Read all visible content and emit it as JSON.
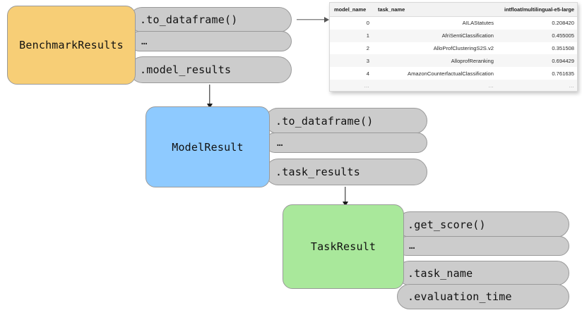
{
  "diagram": {
    "title": "BenchmarkResults hierarchy",
    "colors": {
      "benchmark": "#f7ce76",
      "model": "#8ecaff",
      "task": "#a9e89b",
      "pill": "#cccccc",
      "border": "#9a9a9a"
    },
    "nodes": [
      {
        "id": "benchmark-results",
        "label": "BenchmarkResults",
        "methods": [
          {
            "label": ".to_dataframe()"
          },
          {
            "label": "…"
          },
          {
            "label": ".model_results"
          }
        ]
      },
      {
        "id": "model-result",
        "label": "ModelResult",
        "methods": [
          {
            "label": ".to_dataframe()"
          },
          {
            "label": "…"
          },
          {
            "label": ".task_results"
          }
        ]
      },
      {
        "id": "task-result",
        "label": "TaskResult",
        "methods": [
          {
            "label": ".get_score()"
          },
          {
            "label": "…"
          },
          {
            "label": ".task_name"
          },
          {
            "label": ".evaluation_time"
          }
        ]
      }
    ]
  },
  "dataframe": {
    "columns": [
      "model_name",
      "task_name",
      "intfloat/multilingual-e5-large"
    ],
    "rows": [
      [
        "0",
        "AILAStatutes",
        "0.208420"
      ],
      [
        "1",
        "AfriSentiClassification",
        "0.455005"
      ],
      [
        "2",
        "AlloProfClusteringS2S.v2",
        "0.351508"
      ],
      [
        "3",
        "AlloprofReranking",
        "0.694429"
      ],
      [
        "4",
        "AmazonCounterfactualClassification",
        "0.761635"
      ],
      [
        "…",
        "…",
        "…"
      ]
    ]
  }
}
